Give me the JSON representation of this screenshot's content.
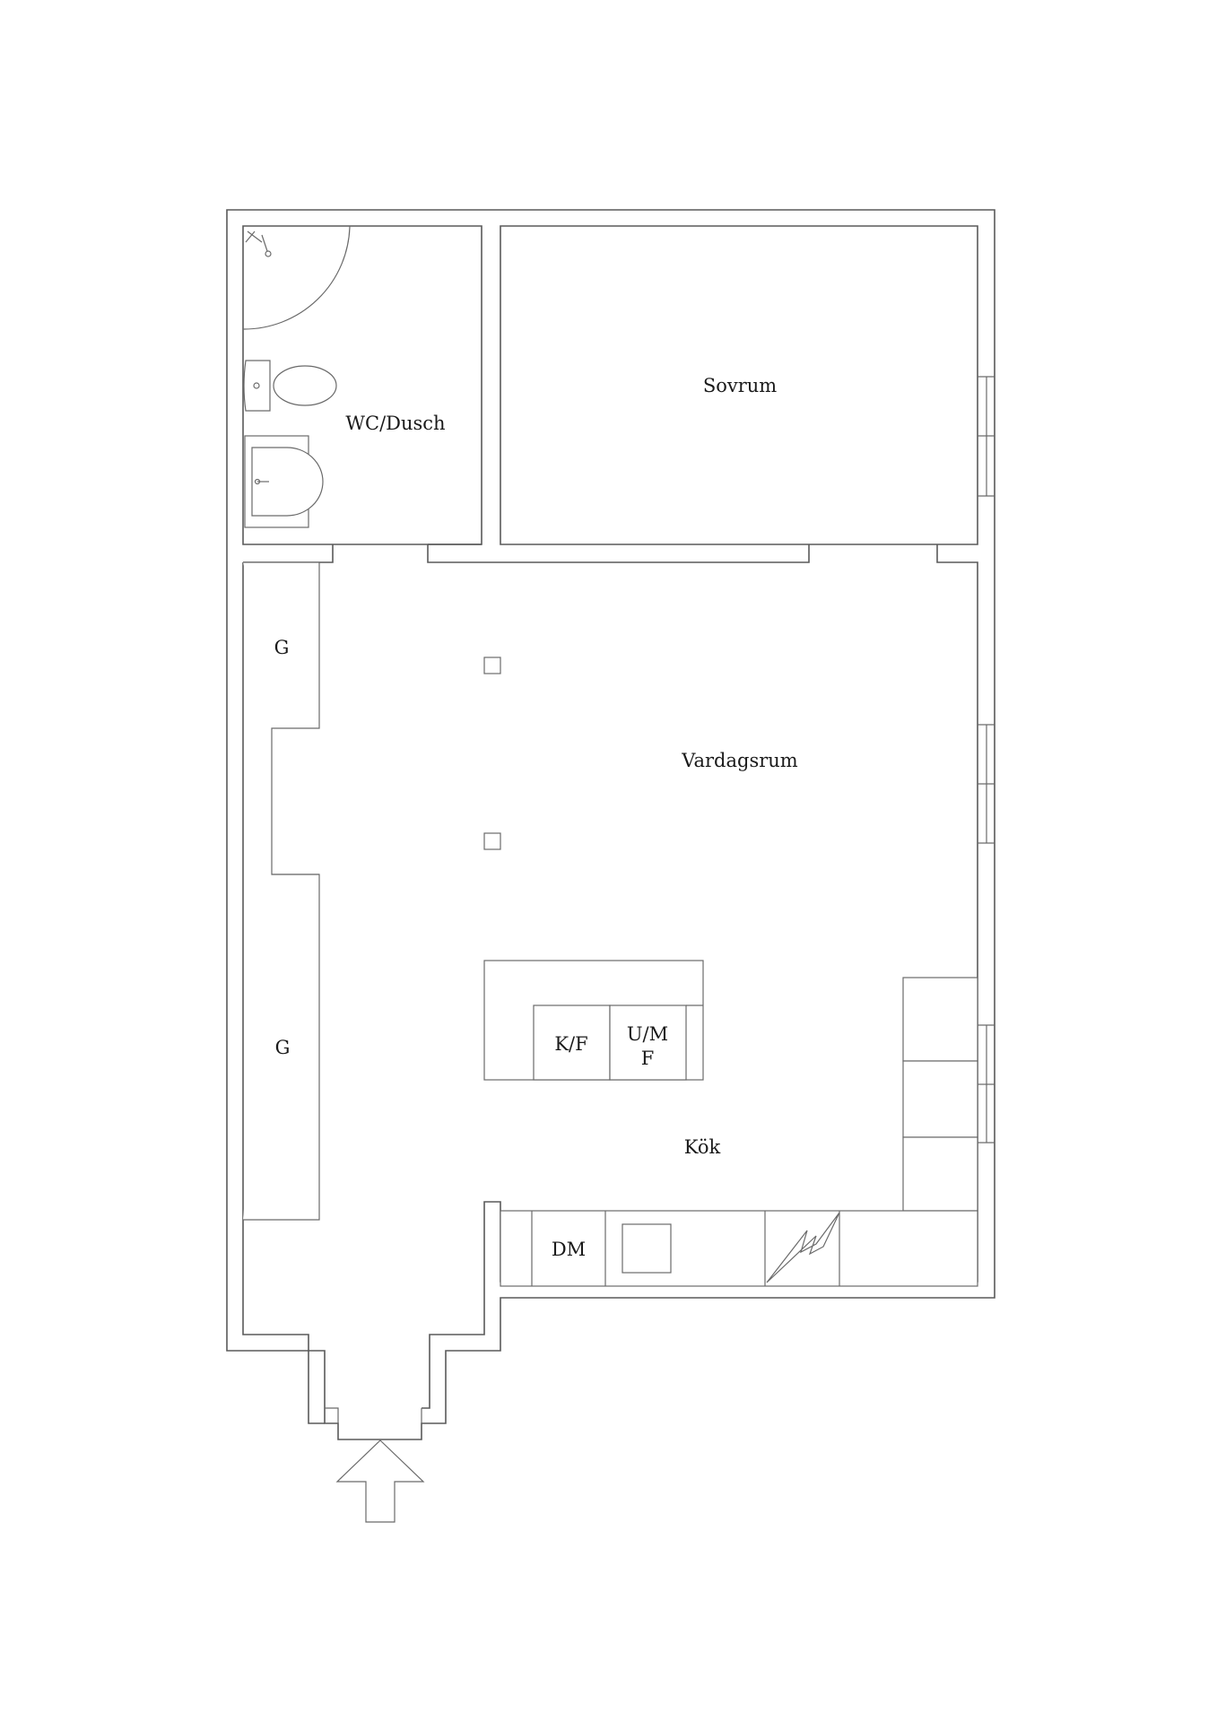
{
  "rooms": {
    "wc": "WC/Dusch",
    "bedroom": "Sovrum",
    "living": "Vardagsrum",
    "kitchen": "Kök"
  },
  "fixtures": {
    "wardrobe_top": "G",
    "wardrobe_bottom": "G",
    "fridge_freezer": "K/F",
    "oven_micro_line1": "U/M",
    "oven_micro_line2": "F",
    "dishwasher": "DM"
  },
  "icons": [
    "shower-icon",
    "toilet-icon",
    "sink-icon",
    "stove-icon",
    "electric-panel-icon",
    "entrance-arrow-icon"
  ]
}
